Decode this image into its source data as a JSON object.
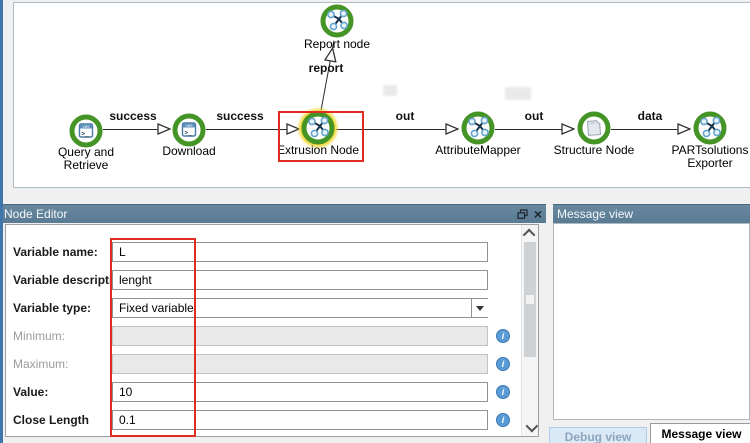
{
  "canvas": {
    "nodes": [
      {
        "label": "Query and Retrieve",
        "type": "script"
      },
      {
        "label": "Download",
        "type": "script"
      },
      {
        "label": "Extrusion Node",
        "type": "graph",
        "selected": true
      },
      {
        "label": "AttributeMapper",
        "type": "graph"
      },
      {
        "label": "Structure Node",
        "type": "structure"
      },
      {
        "label": "PARTsolutions Exporter",
        "type": "graph"
      },
      {
        "label": "Report node",
        "type": "graph"
      }
    ],
    "edge_labels": [
      "success",
      "success",
      "out",
      "out",
      "data",
      "report"
    ]
  },
  "node_editor": {
    "title": "Node Editor",
    "fields": [
      {
        "label": "Variable name:",
        "value": "L"
      },
      {
        "label": "Variable description:",
        "value": "lenght"
      },
      {
        "label": "Variable type:",
        "value": "Fixed variable"
      },
      {
        "label": "Minimum:",
        "value": ""
      },
      {
        "label": "Maximum:",
        "value": ""
      },
      {
        "label": "Value:",
        "value": "10"
      },
      {
        "label": "Close Length",
        "value": "0.1"
      }
    ]
  },
  "message_view": {
    "title": "Message view",
    "tabs": [
      {
        "label": "Debug view",
        "active": false
      },
      {
        "label": "Message view",
        "active": true
      }
    ]
  },
  "colors": {
    "node_ring_green": "#459426",
    "selection_red": "#e02b20",
    "selected_glow_yellow": "#f0d327",
    "titlebar_blue": "#5d7f98",
    "info_icon_blue": "#5b9bd5"
  }
}
